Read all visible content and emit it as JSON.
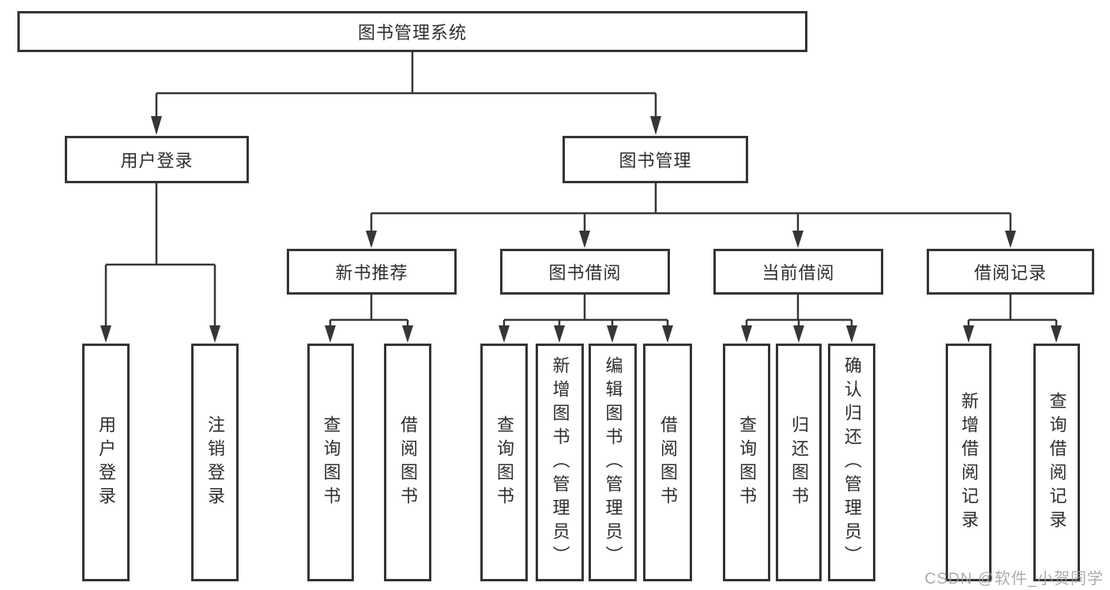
{
  "diagram_title": "图书管理系统",
  "nodes": {
    "root": {
      "label": "图书管理系统"
    },
    "user_login": {
      "label": "用户登录"
    },
    "book_mgmt": {
      "label": "图书管理"
    },
    "new_book_rec": {
      "label": "新书推荐"
    },
    "book_borrow": {
      "label": "图书借阅"
    },
    "current_borrow": {
      "label": "当前借阅"
    },
    "borrow_records": {
      "label": "借阅记录"
    },
    "leaf_user_login": {
      "label": "用户登录"
    },
    "leaf_logout": {
      "label": "注销登录"
    },
    "leaf_rec_query": {
      "label": "查询图书"
    },
    "leaf_rec_borrow": {
      "label": "借阅图书"
    },
    "leaf_bb_query": {
      "label": "查询图书"
    },
    "leaf_bb_add": {
      "label": "新增图书（管理员）"
    },
    "leaf_bb_edit": {
      "label": "编辑图书（管理员）"
    },
    "leaf_bb_borrow": {
      "label": "借阅图书"
    },
    "leaf_cb_query": {
      "label": "查询图书"
    },
    "leaf_cb_return": {
      "label": "归还图书"
    },
    "leaf_cb_confirm": {
      "label": "确认归还（管理员）"
    },
    "leaf_br_add": {
      "label": "新增借阅记录"
    },
    "leaf_br_query": {
      "label": "查询借阅记录"
    }
  },
  "hierarchy": {
    "图书管理系统": {
      "用户登录": [
        "用户登录",
        "注销登录"
      ],
      "图书管理": {
        "新书推荐": [
          "查询图书",
          "借阅图书"
        ],
        "图书借阅": [
          "查询图书",
          "新增图书（管理员）",
          "编辑图书（管理员）",
          "借阅图书"
        ],
        "当前借阅": [
          "查询图书",
          "归还图书",
          "确认归还（管理员）"
        ],
        "借阅记录": [
          "新增借阅记录",
          "查询借阅记录"
        ]
      }
    }
  },
  "watermark": {
    "text": "CSDN @软件_小贺同学"
  },
  "colors": {
    "line": "#363636",
    "box_border": "#343434",
    "text": "#2e2e2e",
    "box_fill": "#ffffff",
    "watermark": "#9e9e9e"
  }
}
